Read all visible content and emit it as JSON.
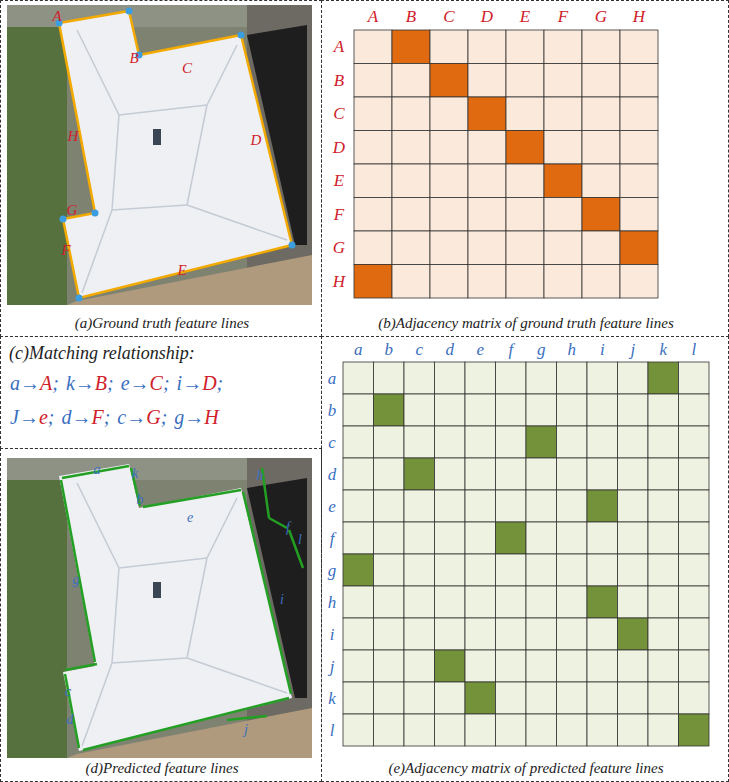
{
  "diagram": {
    "nodes": [
      {
        "text": [
          "(a)Ground truth feature lines"
        ]
      },
      {
        "text": [
          "(b)Adjacency matrix of ground truth feature lines"
        ]
      },
      {
        "text": [
          "(c)Matching relationship:"
        ]
      },
      {
        "text": [
          "(d)Predicted feature lines"
        ]
      },
      {
        "text": [
          "(e)Adjacency matrix of predicted feature lines"
        ]
      }
    ],
    "edges": [],
    "labels": [
      "A",
      "B",
      "C",
      "D",
      "E",
      "F",
      "G",
      "H",
      "A",
      "B",
      "C",
      "D",
      "E",
      "F",
      "G",
      "H",
      "A",
      "B",
      "C",
      "D",
      "E",
      "F",
      "G",
      "H",
      "a",
      "→",
      "A",
      ";",
      "k",
      "→",
      "B",
      ";",
      "e",
      "→",
      "C",
      ";",
      "i",
      "→",
      "D",
      ";",
      "J",
      "→",
      "e",
      ";",
      "d",
      "→",
      "F",
      ";",
      "c",
      "→",
      "G",
      ";",
      "g",
      "→",
      "H",
      "a",
      "b",
      "c",
      "d",
      "e",
      "f",
      "g",
      "h",
      "i",
      "j",
      "k",
      "l",
      "a",
      "b",
      "c",
      "d",
      "e",
      "f",
      "g",
      "h",
      "i",
      "j",
      "k",
      "l",
      "a",
      "b",
      "c",
      "d",
      "e",
      "f",
      "g",
      "h",
      "i",
      "j",
      "k",
      "l"
    ]
  }
}
